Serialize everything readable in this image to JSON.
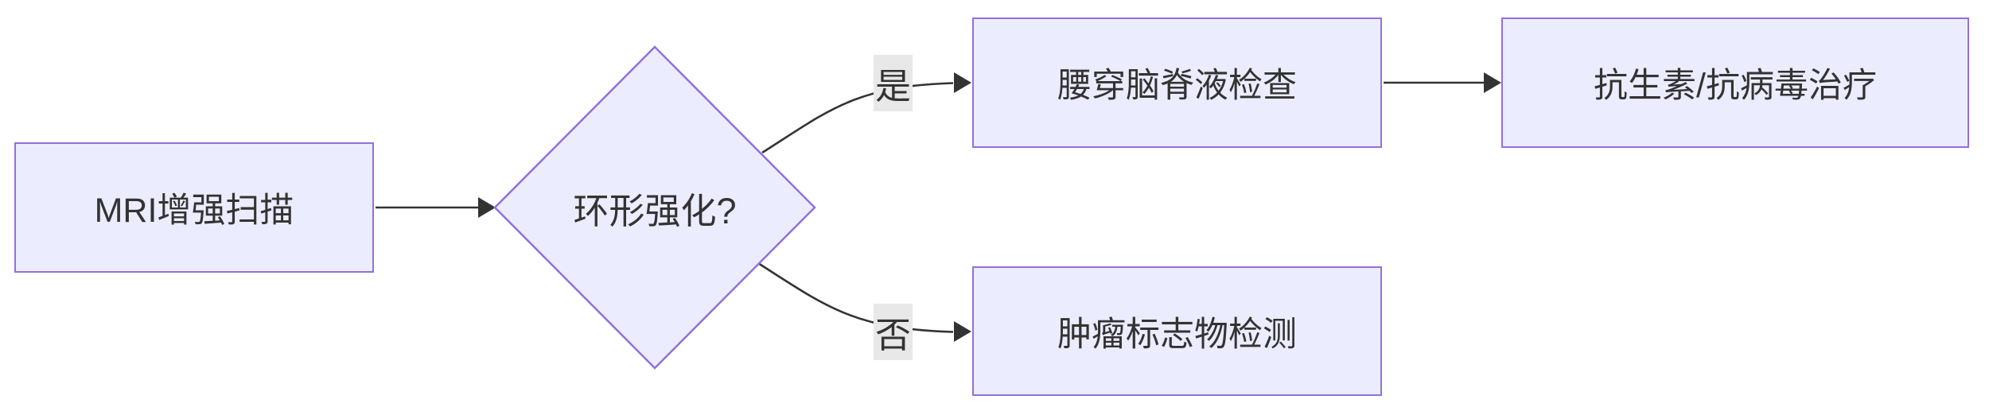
{
  "diagram": {
    "type": "flowchart",
    "direction": "left-to-right",
    "nodes": [
      {
        "id": "mri",
        "shape": "rectangle",
        "label": "MRI增强扫描"
      },
      {
        "id": "decision",
        "shape": "diamond",
        "label": "环形强化?"
      },
      {
        "id": "csf",
        "shape": "rectangle",
        "label": "腰穿脑脊液检查"
      },
      {
        "id": "treatment",
        "shape": "rectangle",
        "label": "抗生素/抗病毒治疗"
      },
      {
        "id": "tumor",
        "shape": "rectangle",
        "label": "肿瘤标志物检测"
      }
    ],
    "edges": [
      {
        "from": "mri",
        "to": "decision",
        "label": ""
      },
      {
        "from": "decision",
        "to": "csf",
        "label": "是"
      },
      {
        "from": "csf",
        "to": "treatment",
        "label": ""
      },
      {
        "from": "decision",
        "to": "tumor",
        "label": "否"
      }
    ],
    "colors": {
      "node_fill": "#ECECFF",
      "node_border": "#9370DB",
      "edge_color": "#333333",
      "text_color": "#333333",
      "edge_label_background": "#e8e8e8",
      "canvas_background": "#ffffff"
    }
  }
}
